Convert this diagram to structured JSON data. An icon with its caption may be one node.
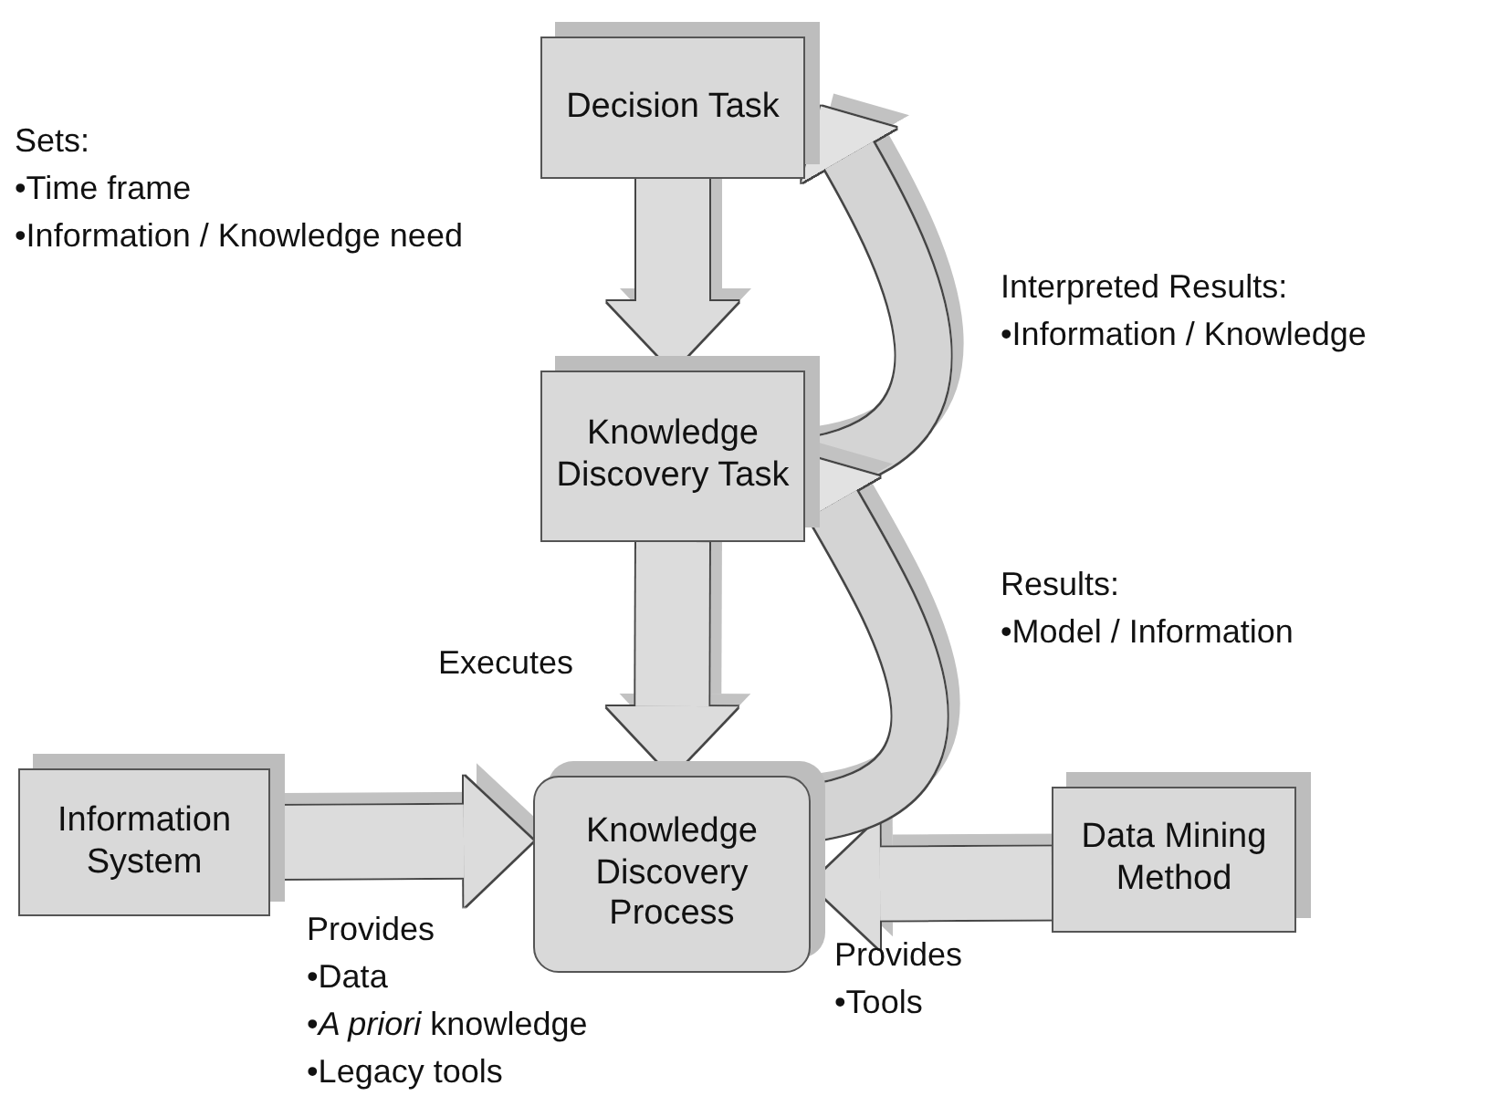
{
  "diagram": {
    "nodes": [
      {
        "text": [
          "Decision Task"
        ]
      },
      {
        "text": [
          "Knowledge Discovery Task"
        ]
      },
      {
        "text": [
          "Knowledge Discovery Process"
        ]
      },
      {
        "text": [
          "Information System"
        ]
      },
      {
        "text": [
          "Data Mining Method"
        ]
      }
    ],
    "edges": [
      {
        "from": 0,
        "to": 1,
        "arrow": "to"
      },
      {
        "from": 1,
        "to": 2,
        "arrow": "to",
        "label": "Executes"
      },
      {
        "from": 3,
        "to": 2,
        "arrow": "to"
      },
      {
        "from": 4,
        "to": 2,
        "arrow": "to"
      },
      {
        "from": 1,
        "to": 0,
        "arrow": "to"
      },
      {
        "from": 2,
        "to": 1,
        "arrow": "to"
      }
    ],
    "labels": [
      "Sets:",
      "•Time frame",
      "•Information / Knowledge need",
      "Interpreted Results:",
      "•Information / Knowledge",
      "Results:",
      "•Model / Information",
      "Provides",
      "•Data",
      "•*A priori* knowledge",
      "•Legacy tools",
      "Provides",
      "•Tools"
    ]
  }
}
